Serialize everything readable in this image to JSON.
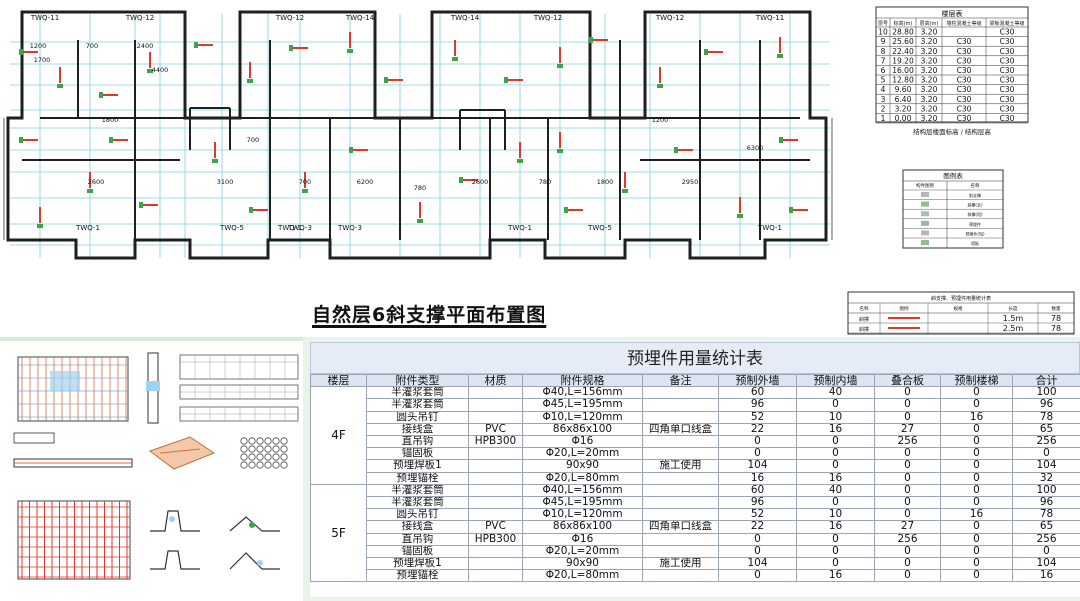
{
  "plan": {
    "title": "自然层6斜支撑平面布置图",
    "brace_labels_top": [
      "TWQ-11",
      "TWQ-12",
      "TWQ-12",
      "TWQ-14",
      "TWQ-14",
      "TWQ-12",
      "TWQ-12",
      "TWQ-11"
    ],
    "brace_labels_bottom": [
      "TWQ-1",
      "TWQ-5",
      "TWQ-3",
      "TWQ-1",
      "TWQ-1",
      "TWQ-3",
      "TWQ-5",
      "TWQ-1"
    ],
    "dimensions": [
      "1200",
      "700",
      "2400",
      "1700",
      "4400",
      "2600",
      "3100",
      "700",
      "1800",
      "700",
      "6200",
      "780",
      "2600",
      "780",
      "1800",
      "1200",
      "2950",
      "6300"
    ]
  },
  "floor_table": {
    "title": "楼层表",
    "headers": [
      "层号",
      "标高(m)",
      "层高(m)",
      "墙柱混凝土等级",
      "梁板混凝土等级"
    ],
    "rows": [
      [
        "10",
        "28.80",
        "3.20",
        "",
        "C30"
      ],
      [
        "9",
        "25.60",
        "3.20",
        "C30",
        "C30"
      ],
      [
        "8",
        "22.40",
        "3.20",
        "C30",
        "C30"
      ],
      [
        "7",
        "19.20",
        "3.20",
        "C30",
        "C30"
      ],
      [
        "6",
        "16.00",
        "3.20",
        "C30",
        "C30"
      ],
      [
        "5",
        "12.80",
        "3.20",
        "C30",
        "C30"
      ],
      [
        "4",
        "9.60",
        "3.20",
        "C30",
        "C30"
      ],
      [
        "3",
        "6.40",
        "3.20",
        "C30",
        "C30"
      ],
      [
        "2",
        "3.20",
        "3.20",
        "C30",
        "C30"
      ],
      [
        "1",
        "0.00",
        "3.20",
        "C30",
        "C30"
      ]
    ],
    "footer": "结构层楼面标高 / 结构层高"
  },
  "legend": {
    "title": "图例表",
    "headers": [
      "构件图例",
      "名称"
    ],
    "rows": [
      "斜支撑",
      "斜撑(长)",
      "斜撑(短)",
      "预埋件",
      "预埋件(短)",
      "墙板"
    ]
  },
  "brace_table": {
    "title": "斜支撑、预埋件用量统计表",
    "headers": [
      "名称",
      "图例",
      "规格",
      "长度",
      "数量"
    ],
    "rows": [
      [
        "斜撑",
        "",
        "",
        "1.5m",
        "78"
      ],
      [
        "斜撑",
        "",
        "",
        "2.5m",
        "78"
      ]
    ]
  },
  "embedded_table": {
    "title": "预埋件用量统计表",
    "headers": [
      "楼层",
      "附件类型",
      "材质",
      "附件规格",
      "备注",
      "预制外墙",
      "预制内墙",
      "叠合板",
      "预制楼梯",
      "合计"
    ],
    "groups": [
      {
        "floor": "4F",
        "rows": [
          [
            "半灌浆套筒",
            "",
            "Φ40,L=156mm",
            "",
            "60",
            "40",
            "0",
            "0",
            "100"
          ],
          [
            "半灌浆套筒",
            "",
            "Φ45,L=195mm",
            "",
            "96",
            "0",
            "0",
            "0",
            "96"
          ],
          [
            "圆头吊钉",
            "",
            "Φ10,L=120mm",
            "",
            "52",
            "10",
            "0",
            "16",
            "78"
          ],
          [
            "接线盒",
            "PVC",
            "86x86x100",
            "四角单口线盒",
            "22",
            "16",
            "27",
            "0",
            "65"
          ],
          [
            "直吊钩",
            "HPB300",
            "Φ16",
            "",
            "0",
            "0",
            "256",
            "0",
            "256"
          ],
          [
            "锚固板",
            "",
            "Φ20,L=20mm",
            "",
            "0",
            "0",
            "0",
            "0",
            "0"
          ],
          [
            "预埋焊板1",
            "",
            "90x90",
            "施工使用",
            "104",
            "0",
            "0",
            "0",
            "104"
          ],
          [
            "预埋锚栓",
            "",
            "Φ20,L=80mm",
            "",
            "16",
            "16",
            "0",
            "0",
            "32"
          ]
        ]
      },
      {
        "floor": "5F",
        "rows": [
          [
            "半灌浆套筒",
            "",
            "Φ40,L=156mm",
            "",
            "60",
            "40",
            "0",
            "0",
            "100"
          ],
          [
            "半灌浆套筒",
            "",
            "Φ45,L=195mm",
            "",
            "96",
            "0",
            "0",
            "0",
            "96"
          ],
          [
            "圆头吊钉",
            "",
            "Φ10,L=120mm",
            "",
            "52",
            "10",
            "0",
            "16",
            "78"
          ],
          [
            "接线盒",
            "PVC",
            "86x86x100",
            "四角单口线盒",
            "22",
            "16",
            "27",
            "0",
            "65"
          ],
          [
            "直吊钩",
            "HPB300",
            "Φ16",
            "",
            "0",
            "0",
            "256",
            "0",
            "256"
          ],
          [
            "锚固板",
            "",
            "Φ20,L=20mm",
            "",
            "0",
            "0",
            "0",
            "0",
            "0"
          ],
          [
            "预埋焊板1",
            "",
            "90x90",
            "施工使用",
            "104",
            "0",
            "0",
            "0",
            "104"
          ],
          [
            "预埋锚栓",
            "",
            "Φ20,L=80mm",
            "",
            "0",
            "16",
            "0",
            "0",
            "16"
          ]
        ]
      }
    ]
  },
  "colors": {
    "wall": "#1f1f1f",
    "grid_line": "#7fd0dc",
    "brace_red": "#e0392b",
    "brace_green": "#3aa64a",
    "panel_bg": "#e8f3ea",
    "table_header": "#dbe5f1"
  }
}
